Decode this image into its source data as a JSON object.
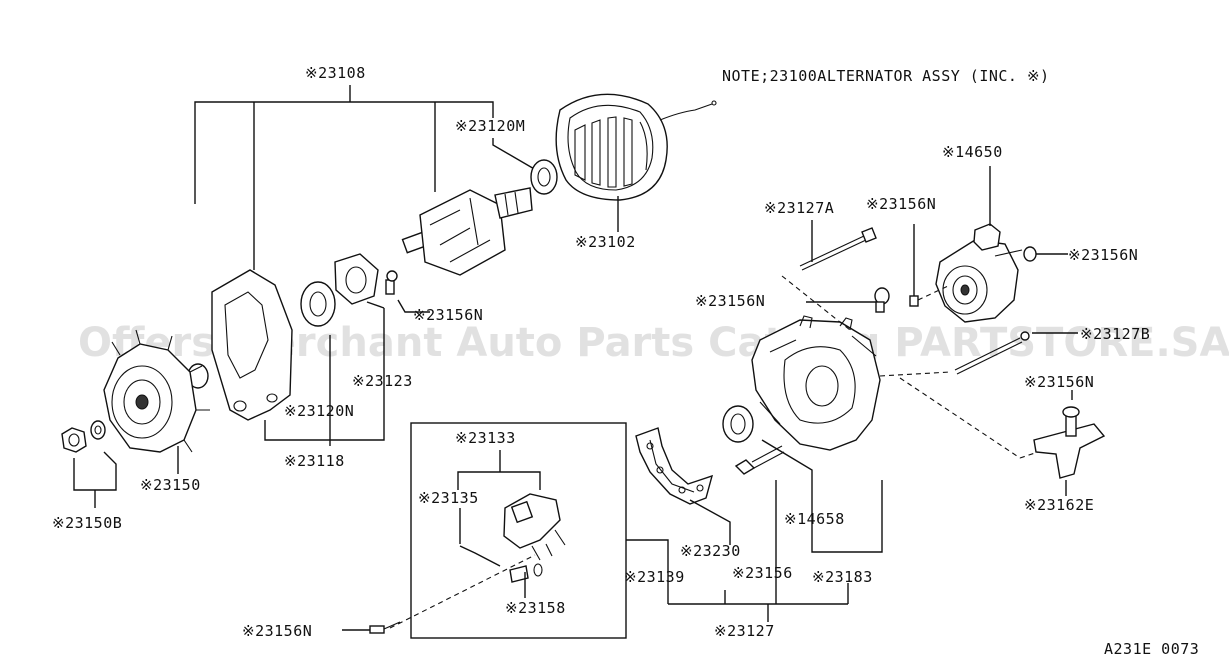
{
  "note": "NOTE;23100ALTERNATOR ASSY (INC. ※)",
  "watermark": "Offers Merchant Auto Parts Catalog PARTSTORE.SA",
  "diagram_code": "A231E 0073",
  "labels": {
    "p23108": "※23108",
    "p23120M": "※23120M",
    "p23102": "※23102",
    "p14650": "※14650",
    "p23127A": "※23127A",
    "p23156N_top": "※23156N",
    "p23156N_right": "※23156N",
    "p23156N_mid": "※23156N",
    "p23156N_left": "※23156N",
    "p23127B": "※23127B",
    "p23156N_bracket": "※23156N",
    "p23162E": "※23162E",
    "p23123": "※23123",
    "p23120N": "※23120N",
    "p23118": "※23118",
    "p23150": "※23150",
    "p23150B": "※23150B",
    "p23133": "※23133",
    "p23135": "※23135",
    "p23158": "※23158",
    "p23156N_bottom": "※23156N",
    "p23230": "※23230",
    "p23139": "※23139",
    "p23156": "※23156",
    "p23183": "※23183",
    "p14658": "※14658",
    "p23127": "※23127"
  }
}
